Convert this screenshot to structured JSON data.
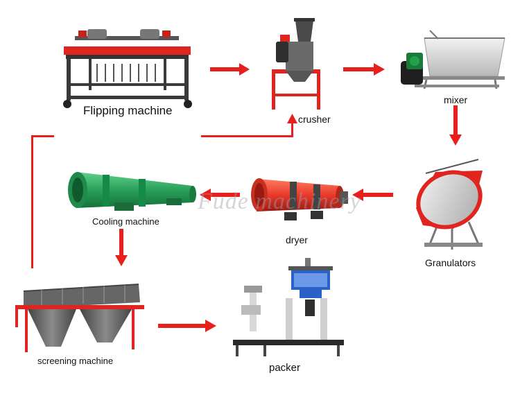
{
  "machines": {
    "flipping": "Flipping machine",
    "crusher": "crusher",
    "mixer": "mixer",
    "granulators": "Granulators",
    "dryer": "dryer",
    "cooling": "Cooling machine",
    "screening": "screening machine",
    "packer": "packer"
  },
  "watermark": "Fude machinery",
  "colors": {
    "arrow": "#e8201c",
    "frame": "#e02420",
    "steel": "#5a5a5a",
    "cooler": "#2aa05a",
    "dryer": "#e83a2a",
    "tank": "#d8d8d8",
    "packer_blue": "#2a62c8"
  }
}
